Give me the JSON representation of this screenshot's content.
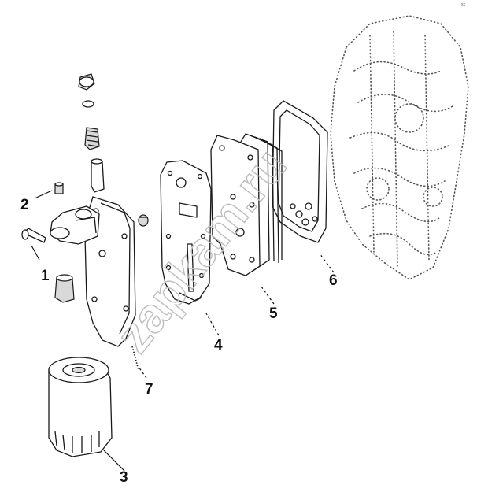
{
  "diagram": {
    "callouts": [
      {
        "id": "1",
        "label": "1"
      },
      {
        "id": "2",
        "label": "2"
      },
      {
        "id": "3",
        "label": "3"
      },
      {
        "id": "4",
        "label": "4"
      },
      {
        "id": "5",
        "label": "5"
      },
      {
        "id": "6",
        "label": "6"
      },
      {
        "id": "7",
        "label": "7"
      }
    ],
    "watermark": "zapkam.ru",
    "corner_mark": "xx"
  },
  "colors": {
    "line": "#1a1a1a",
    "watermark": "#bdbdbd",
    "background": "#ffffff"
  }
}
